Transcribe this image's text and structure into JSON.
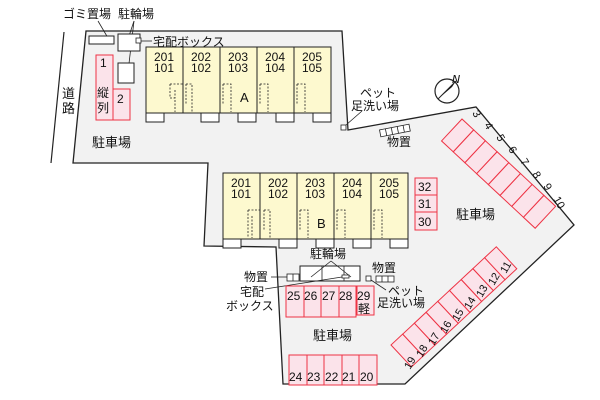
{
  "colors": {
    "site": "#f2f2f2",
    "building": "#fdf9cf",
    "parking_fill": "#fbe3ea",
    "parking_stroke": "#ee3344",
    "line": "#222222"
  },
  "labels": {
    "garbage": "ゴミ置場",
    "bicycle_top": "駐輪場",
    "delivery_top": "宅配ボックス",
    "road": [
      "道",
      "路"
    ],
    "tandem": [
      "縦",
      "列"
    ],
    "parking_left": "駐車場",
    "parking_right": "駐車場",
    "parking_bottom": "駐車場",
    "pet_wash_top": [
      "ペット",
      "足洗い場"
    ],
    "storage_top": "物置",
    "bicycle_mid": "駐輪場",
    "storage_mid_left": "物置",
    "storage_mid_right": "物置",
    "delivery_mid": [
      "宅配",
      "ボックス"
    ],
    "pet_wash_mid": [
      "ペット",
      "足洗い場"
    ],
    "kei": "軽",
    "north": "N"
  },
  "building_a": {
    "name": "A",
    "units": [
      {
        "upper": "201",
        "lower": "101"
      },
      {
        "upper": "202",
        "lower": "102"
      },
      {
        "upper": "203",
        "lower": "103"
      },
      {
        "upper": "204",
        "lower": "104"
      },
      {
        "upper": "205",
        "lower": "105"
      }
    ]
  },
  "building_b": {
    "name": "B",
    "units": [
      {
        "upper": "201",
        "lower": "101"
      },
      {
        "upper": "202",
        "lower": "102"
      },
      {
        "upper": "203",
        "lower": "103"
      },
      {
        "upper": "204",
        "lower": "104"
      },
      {
        "upper": "205",
        "lower": "105"
      }
    ]
  },
  "parking": {
    "tandem": [
      "1",
      "2"
    ],
    "diagonal_upper": [
      "3",
      "4",
      "5",
      "6",
      "7",
      "8",
      "9",
      "10"
    ],
    "diagonal_lower": [
      "11",
      "12",
      "13",
      "14",
      "15",
      "16",
      "17",
      "18",
      "19"
    ],
    "bottom_row": [
      "24",
      "23",
      "22",
      "21",
      "20"
    ],
    "middle_row": [
      "25",
      "26",
      "27",
      "28",
      "29"
    ],
    "right_column": [
      "32",
      "31",
      "30"
    ]
  }
}
